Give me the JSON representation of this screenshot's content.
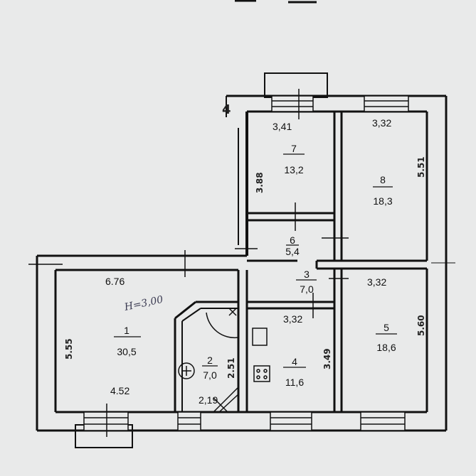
{
  "rooms": [
    {
      "id": "1",
      "number": "1",
      "area": "30,5"
    },
    {
      "id": "2",
      "number": "2",
      "area": "7,0"
    },
    {
      "id": "3",
      "number": "3",
      "area": "7,0"
    },
    {
      "id": "4",
      "number": "4",
      "area": "11,6"
    },
    {
      "id": "5",
      "number": "5",
      "area": "18,6"
    },
    {
      "id": "6",
      "number": "6",
      "area": "5,4"
    },
    {
      "id": "7",
      "number": "7",
      "area": "13,2"
    },
    {
      "id": "8",
      "number": "8",
      "area": "18,3"
    }
  ],
  "dimensions": {
    "d_341": "3,41",
    "d_332_top": "3,32",
    "d_388": "3.88",
    "d_551": "5.51",
    "d_676": "6.76",
    "d_332_mid": "3,32",
    "d_332_right": "3,32",
    "d_555": "5.55",
    "d_349": "3.49",
    "d_560": "5.60",
    "d_251": "2.51",
    "d_452": "4.52",
    "d_219": "2,19"
  },
  "annotations": {
    "ceiling_height": "H=3,00",
    "corner_mark": "4"
  },
  "colors": {
    "background": "#e9eaea",
    "wall": "#1a1a1a"
  }
}
